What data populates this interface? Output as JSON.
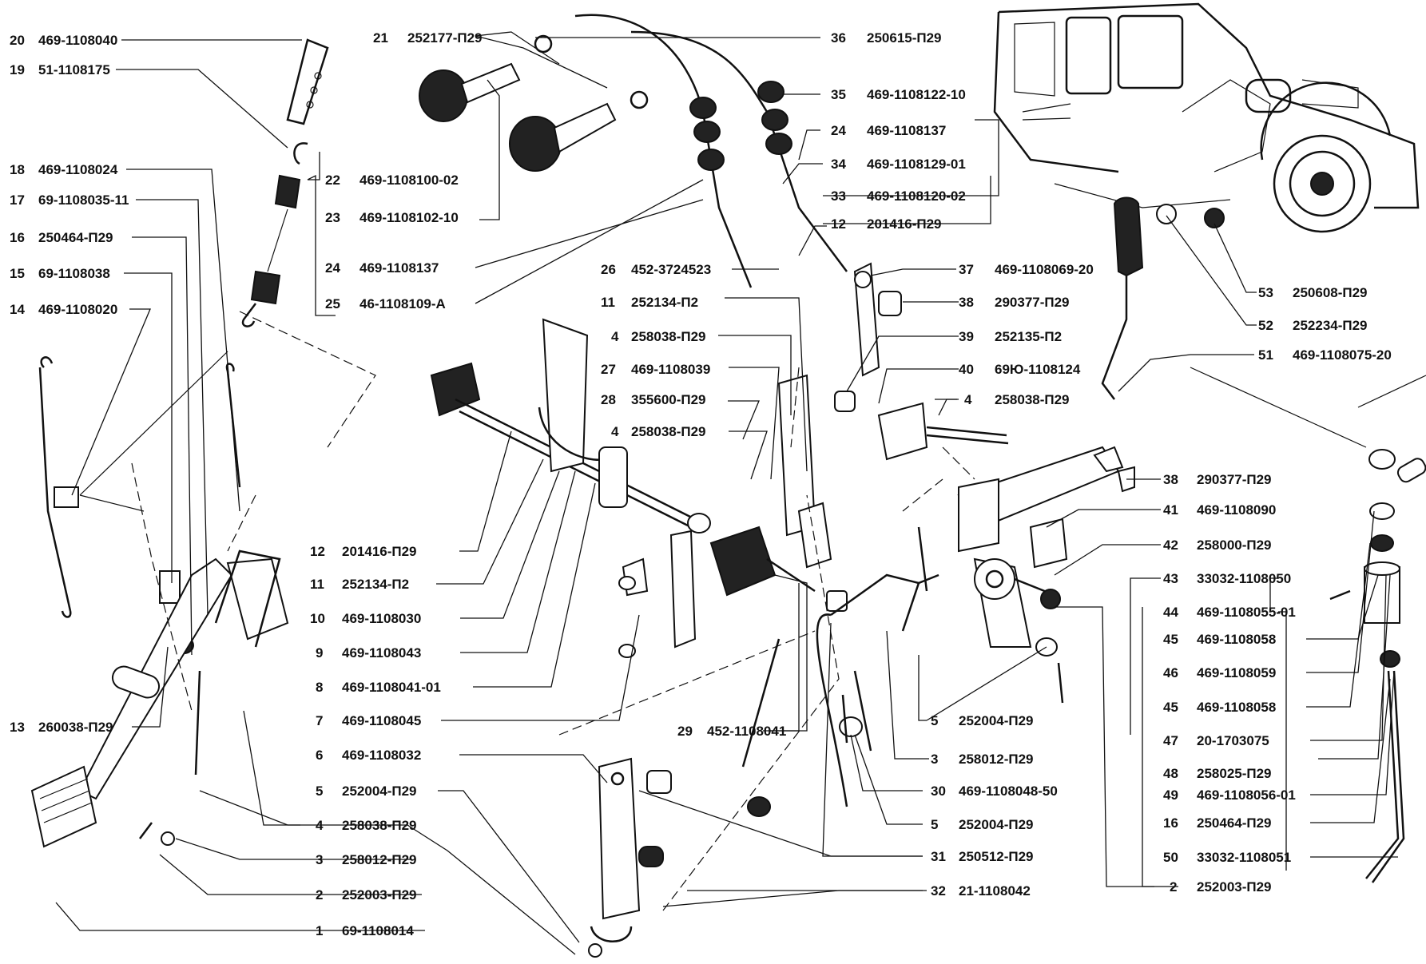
{
  "callouts": [
    {
      "num": "20",
      "code": "469-1108040"
    },
    {
      "num": "19",
      "code": "51-1108175"
    },
    {
      "num": "18",
      "code": "469-1108024"
    },
    {
      "num": "17",
      "code": "69-1108035-11"
    },
    {
      "num": "16",
      "code": "250464-П29"
    },
    {
      "num": "15",
      "code": "69-1108038"
    },
    {
      "num": "14",
      "code": "469-1108020"
    },
    {
      "num": "13",
      "code": "260038-П29"
    },
    {
      "num": "21",
      "code": "252177-П29"
    },
    {
      "num": "22",
      "code": "469-1108100-02"
    },
    {
      "num": "23",
      "code": "469-1108102-10"
    },
    {
      "num": "24",
      "code": "469-1108137"
    },
    {
      "num": "25",
      "code": "46-1108109-А"
    },
    {
      "num": "12",
      "code": "201416-П29"
    },
    {
      "num": "11",
      "code": "252134-П2"
    },
    {
      "num": "10",
      "code": "469-1108030"
    },
    {
      "num": "9",
      "code": "469-1108043"
    },
    {
      "num": "8",
      "code": "469-1108041-01"
    },
    {
      "num": "7",
      "code": "469-1108045"
    },
    {
      "num": "6",
      "code": "469-1108032"
    },
    {
      "num": "5",
      "code": "252004-П29"
    },
    {
      "num": "4",
      "code": "258038-П29"
    },
    {
      "num": "3",
      "code": "258012-П29"
    },
    {
      "num": "2",
      "code": "252003-П29"
    },
    {
      "num": "1",
      "code": "69-1108014"
    },
    {
      "num": "36",
      "code": "250615-П29"
    },
    {
      "num": "35",
      "code": "469-1108122-10"
    },
    {
      "num": "24",
      "code": "469-1108137"
    },
    {
      "num": "34",
      "code": "469-1108129-01"
    },
    {
      "num": "33",
      "code": "469-1108120-02"
    },
    {
      "num": "12",
      "code": "201416-П29"
    },
    {
      "num": "26",
      "code": "452-3724523"
    },
    {
      "num": "37",
      "code": "469-1108069-20"
    },
    {
      "num": "11",
      "code": "252134-П2"
    },
    {
      "num": "38",
      "code": "290377-П29"
    },
    {
      "num": "4",
      "code": "258038-П29"
    },
    {
      "num": "39",
      "code": "252135-П2"
    },
    {
      "num": "27",
      "code": "469-1108039"
    },
    {
      "num": "40",
      "code": "69Ю-1108124"
    },
    {
      "num": "28",
      "code": "355600-П29"
    },
    {
      "num": "4",
      "code": "258038-П29"
    },
    {
      "num": "4",
      "code": "258038-П29"
    },
    {
      "num": "29",
      "code": "452-1108041"
    },
    {
      "num": "5",
      "code": "252004-П29"
    },
    {
      "num": "3",
      "code": "258012-П29"
    },
    {
      "num": "30",
      "code": "469-1108048-50"
    },
    {
      "num": "5",
      "code": "252004-П29"
    },
    {
      "num": "31",
      "code": "250512-П29"
    },
    {
      "num": "32",
      "code": "21-1108042"
    },
    {
      "num": "53",
      "code": "250608-П29"
    },
    {
      "num": "52",
      "code": "252234-П29"
    },
    {
      "num": "51",
      "code": "469-1108075-20"
    },
    {
      "num": "38",
      "code": "290377-П29"
    },
    {
      "num": "41",
      "code": "469-1108090"
    },
    {
      "num": "42",
      "code": "258000-П29"
    },
    {
      "num": "43",
      "code": "33032-1108050"
    },
    {
      "num": "44",
      "code": "469-1108055-01"
    },
    {
      "num": "45",
      "code": "469-1108058"
    },
    {
      "num": "46",
      "code": "469-1108059"
    },
    {
      "num": "45",
      "code": "469-1108058"
    },
    {
      "num": "47",
      "code": "20-1703075"
    },
    {
      "num": "48",
      "code": "258025-П29"
    },
    {
      "num": "49",
      "code": "469-1108056-01"
    },
    {
      "num": "16",
      "code": "250464-П29"
    },
    {
      "num": "50",
      "code": "33032-1108051"
    },
    {
      "num": "2",
      "code": "252003-П29"
    }
  ]
}
